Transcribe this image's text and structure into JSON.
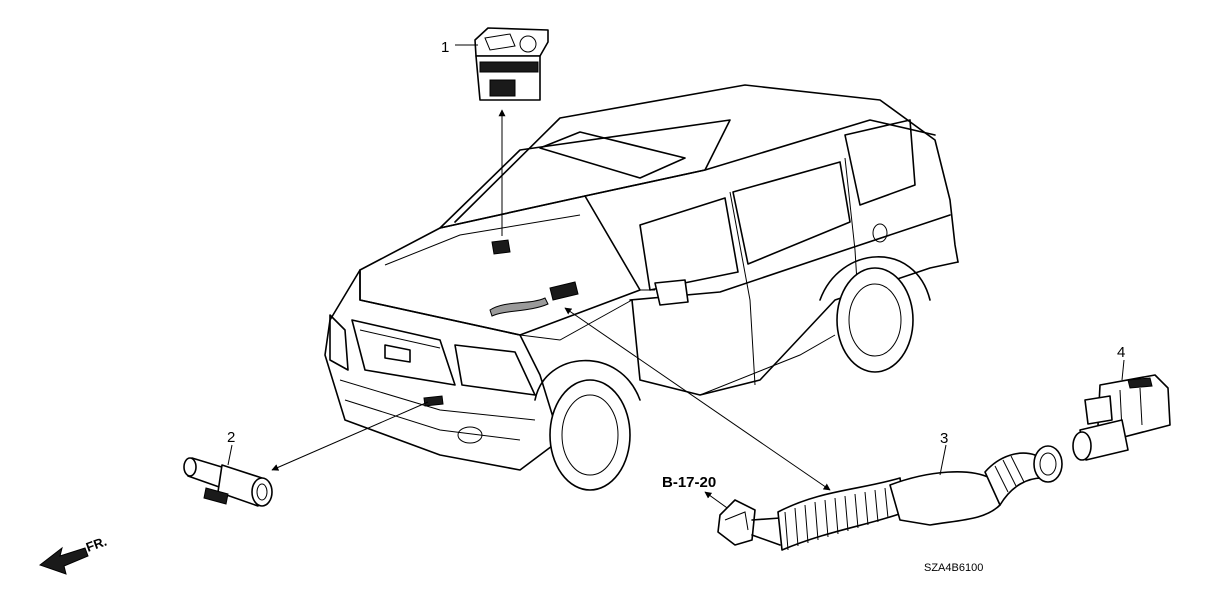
{
  "callouts": [
    {
      "num": "1"
    },
    {
      "num": "2"
    },
    {
      "num": "3"
    },
    {
      "num": "4"
    }
  ],
  "reference": "B-17-20",
  "diagram_code": "SZA4B6100",
  "front_label": "FR."
}
